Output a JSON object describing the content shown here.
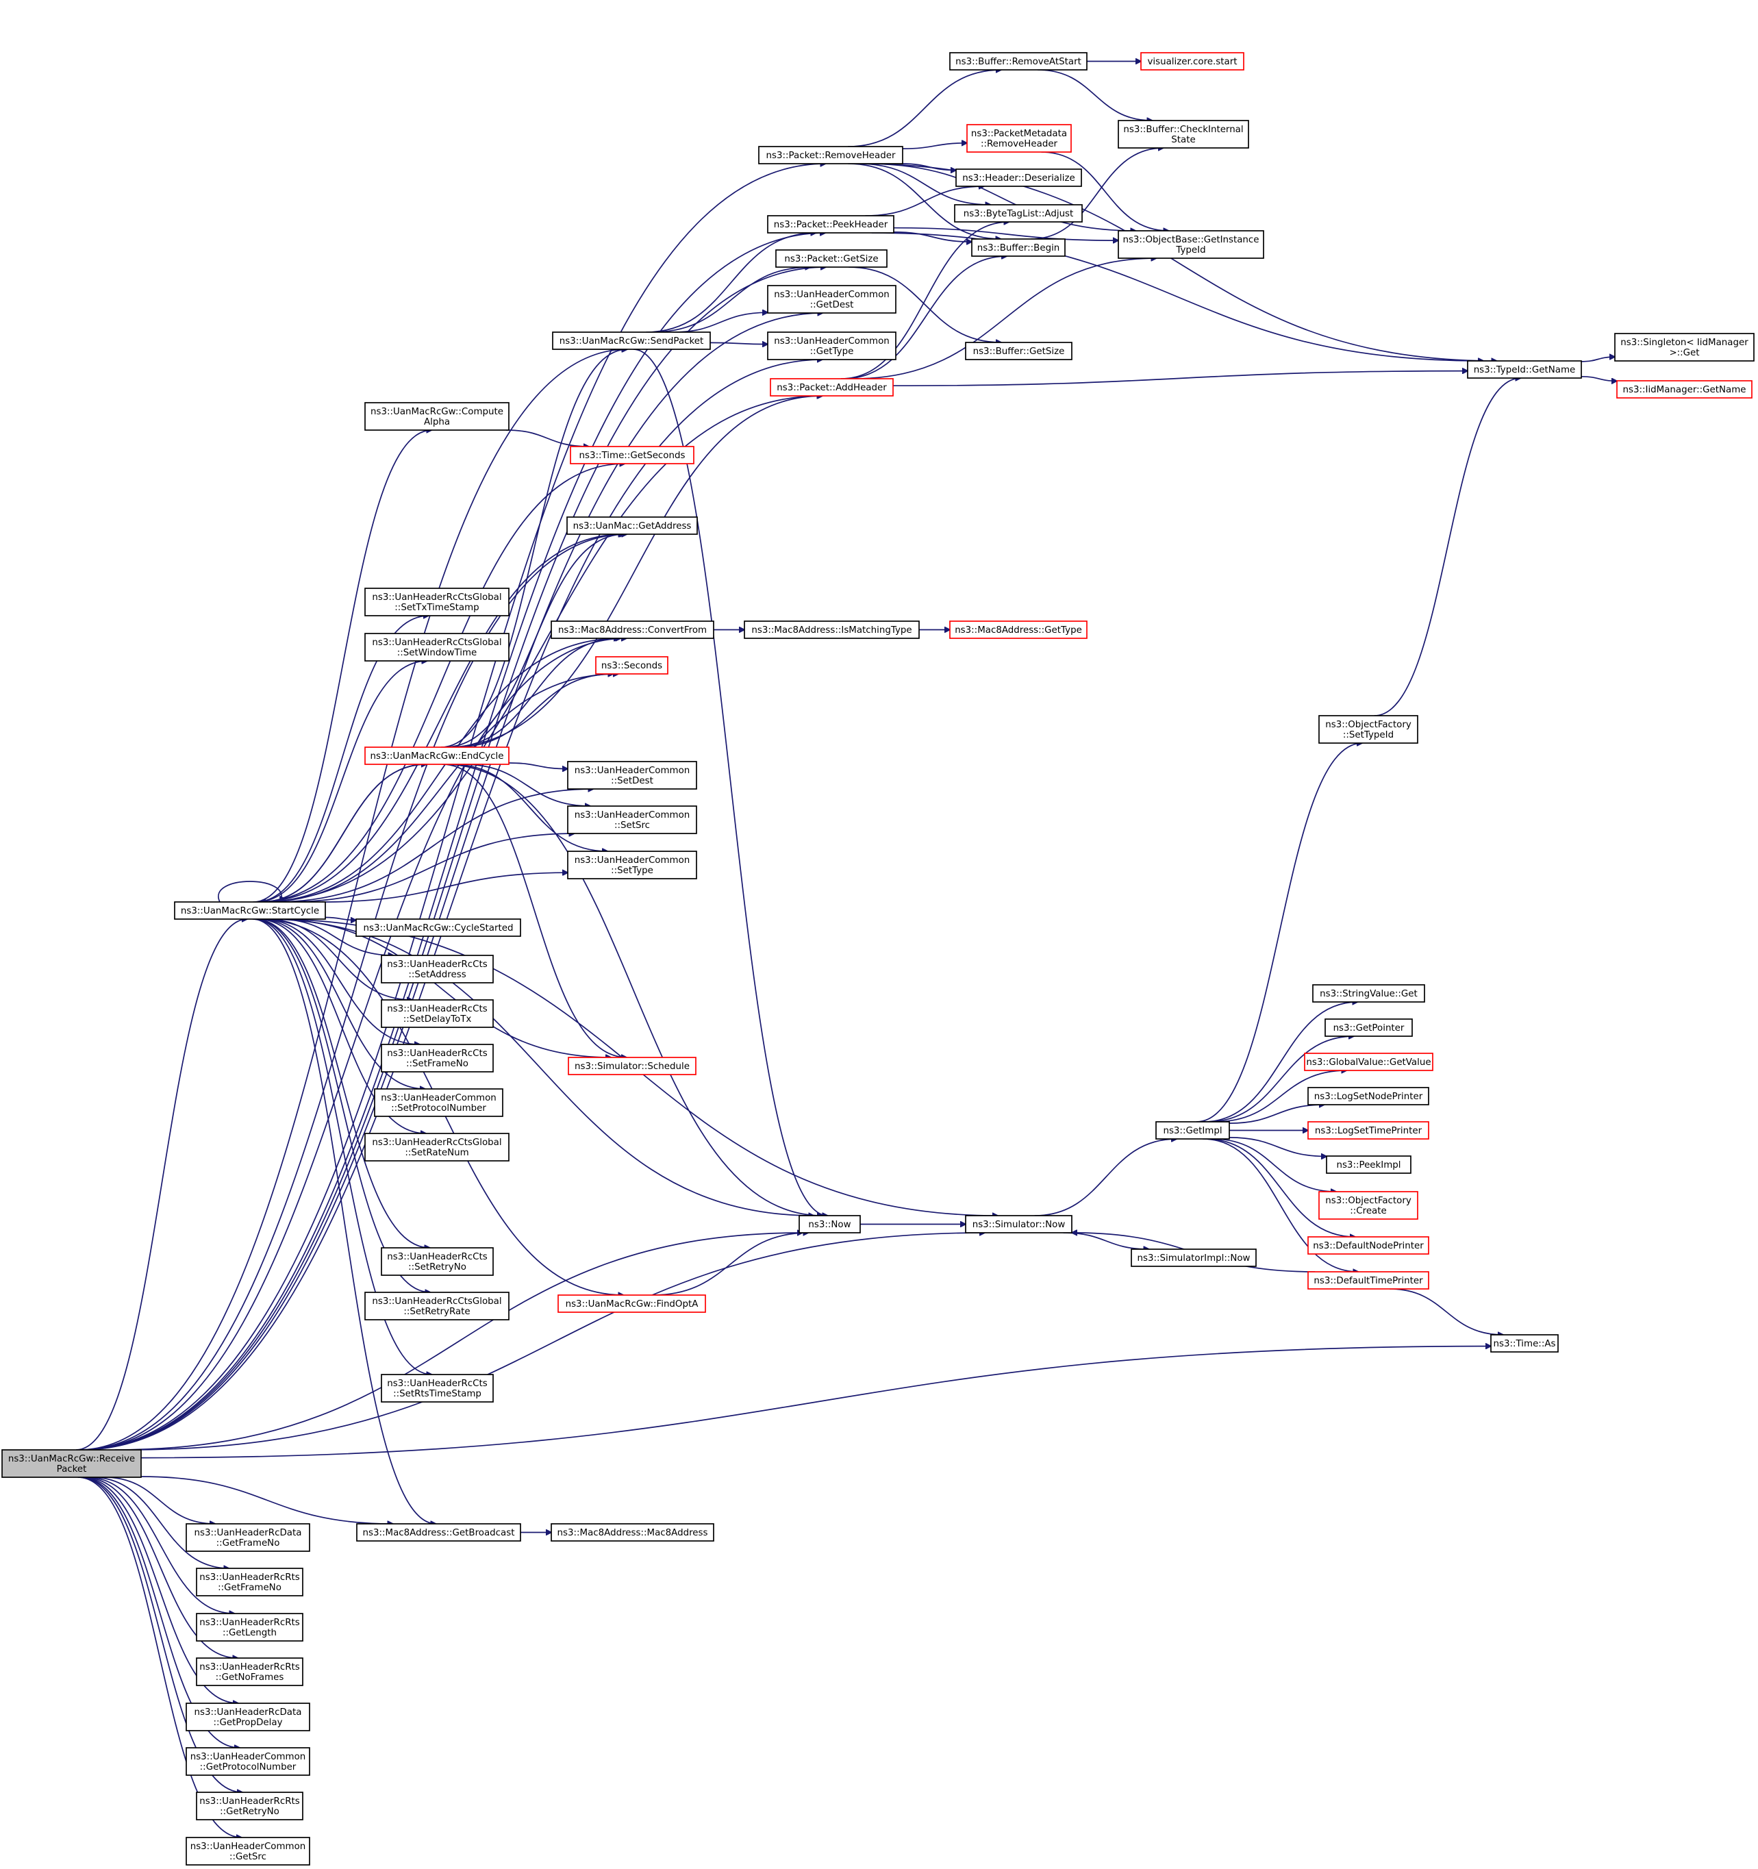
{
  "colors": {
    "edge": "#191970",
    "node_border": "#000000",
    "node_border_incomplete": "#ff0000",
    "root_fill": "#bfbfbf",
    "node_fill": "#ffffff"
  },
  "nodes": {
    "receive_packet": {
      "lines": [
        "ns3::UanMacRcGw::Receive",
        "Packet"
      ],
      "kind": "root"
    },
    "start_cycle": {
      "lines": [
        "ns3::UanMacRcGw::StartCycle"
      ],
      "kind": "normal"
    },
    "send_packet": {
      "lines": [
        "ns3::UanMacRcGw::SendPacket"
      ],
      "kind": "normal"
    },
    "compute_alpha": {
      "lines": [
        "ns3::UanMacRcGw::Compute",
        "Alpha"
      ],
      "kind": "normal"
    },
    "set_tx_timestamp": {
      "lines": [
        "ns3::UanHeaderRcCtsGlobal",
        "::SetTxTimeStamp"
      ],
      "kind": "normal"
    },
    "set_window_time": {
      "lines": [
        "ns3::UanHeaderRcCtsGlobal",
        "::SetWindowTime"
      ],
      "kind": "normal"
    },
    "end_cycle": {
      "lines": [
        "ns3::UanMacRcGw::EndCycle"
      ],
      "kind": "incomplete"
    },
    "cycle_started": {
      "lines": [
        "ns3::UanMacRcGw::CycleStarted"
      ],
      "kind": "normal"
    },
    "cts_set_address": {
      "lines": [
        "ns3::UanHeaderRcCts",
        "::SetAddress"
      ],
      "kind": "normal"
    },
    "cts_set_delay": {
      "lines": [
        "ns3::UanHeaderRcCts",
        "::SetDelayToTx"
      ],
      "kind": "normal"
    },
    "cts_set_frameno": {
      "lines": [
        "ns3::UanHeaderRcCts",
        "::SetFrameNo"
      ],
      "kind": "normal"
    },
    "common_set_protocol": {
      "lines": [
        "ns3::UanHeaderCommon",
        "::SetProtocolNumber"
      ],
      "kind": "normal"
    },
    "ctsg_set_ratenum": {
      "lines": [
        "ns3::UanHeaderRcCtsGlobal",
        "::SetRateNum"
      ],
      "kind": "normal"
    },
    "cts_set_retryno": {
      "lines": [
        "ns3::UanHeaderRcCts",
        "::SetRetryNo"
      ],
      "kind": "normal"
    },
    "ctsg_set_retryrate": {
      "lines": [
        "ns3::UanHeaderRcCtsGlobal",
        "::SetRetryRate"
      ],
      "kind": "normal"
    },
    "cts_set_rts_ts": {
      "lines": [
        "ns3::UanHeaderRcCts",
        "::SetRtsTimeStamp"
      ],
      "kind": "normal"
    },
    "packet_remove_header": {
      "lines": [
        "ns3::Packet::RemoveHeader"
      ],
      "kind": "normal"
    },
    "packet_peek_header": {
      "lines": [
        "ns3::Packet::PeekHeader"
      ],
      "kind": "normal"
    },
    "packet_get_size": {
      "lines": [
        "ns3::Packet::GetSize"
      ],
      "kind": "normal"
    },
    "common_get_dest": {
      "lines": [
        "ns3::UanHeaderCommon",
        "::GetDest"
      ],
      "kind": "normal"
    },
    "common_get_type": {
      "lines": [
        "ns3::UanHeaderCommon",
        "::GetType"
      ],
      "kind": "normal"
    },
    "packet_add_header": {
      "lines": [
        "ns3::Packet::AddHeader"
      ],
      "kind": "incomplete"
    },
    "time_get_seconds": {
      "lines": [
        "ns3::Time::GetSeconds"
      ],
      "kind": "incomplete"
    },
    "uanmac_get_address": {
      "lines": [
        "ns3::UanMac::GetAddress"
      ],
      "kind": "normal"
    },
    "mac8_convert_from": {
      "lines": [
        "ns3::Mac8Address::ConvertFrom"
      ],
      "kind": "normal"
    },
    "seconds": {
      "lines": [
        "ns3::Seconds"
      ],
      "kind": "incomplete"
    },
    "common_set_dest": {
      "lines": [
        "ns3::UanHeaderCommon",
        "::SetDest"
      ],
      "kind": "normal"
    },
    "common_set_src": {
      "lines": [
        "ns3::UanHeaderCommon",
        "::SetSrc"
      ],
      "kind": "normal"
    },
    "common_set_type": {
      "lines": [
        "ns3::UanHeaderCommon",
        "::SetType"
      ],
      "kind": "normal"
    },
    "simulator_schedule": {
      "lines": [
        "ns3::Simulator::Schedule"
      ],
      "kind": "incomplete"
    },
    "now": {
      "lines": [
        "ns3::Now"
      ],
      "kind": "normal"
    },
    "find_opt_a": {
      "lines": [
        "ns3::UanMacRcGw::FindOptA"
      ],
      "kind": "incomplete"
    },
    "mac8_get_broadcast": {
      "lines": [
        "ns3::Mac8Address::GetBroadcast"
      ],
      "kind": "normal"
    },
    "mac8_ctor": {
      "lines": [
        "ns3::Mac8Address::Mac8Address"
      ],
      "kind": "normal"
    },
    "mac8_is_matching": {
      "lines": [
        "ns3::Mac8Address::IsMatchingType"
      ],
      "kind": "normal"
    },
    "mac8_get_type": {
      "lines": [
        "ns3::Mac8Address::GetType"
      ],
      "kind": "incomplete"
    },
    "buffer_remove_at_start": {
      "lines": [
        "ns3::Buffer::RemoveAtStart"
      ],
      "kind": "normal"
    },
    "visualizer_start": {
      "lines": [
        "visualizer.core.start"
      ],
      "kind": "incomplete"
    },
    "metadata_remove_header": {
      "lines": [
        "ns3::PacketMetadata",
        "::RemoveHeader"
      ],
      "kind": "incomplete"
    },
    "header_deserialize": {
      "lines": [
        "ns3::Header::Deserialize"
      ],
      "kind": "normal"
    },
    "bytetaglist_adjust": {
      "lines": [
        "ns3::ByteTagList::Adjust"
      ],
      "kind": "normal"
    },
    "buffer_begin": {
      "lines": [
        "ns3::Buffer::Begin"
      ],
      "kind": "normal"
    },
    "buffer_get_size": {
      "lines": [
        "ns3::Buffer::GetSize"
      ],
      "kind": "normal"
    },
    "buffer_check_internal": {
      "lines": [
        "ns3::Buffer::CheckInternal",
        "State"
      ],
      "kind": "normal"
    },
    "objectbase_get_tid": {
      "lines": [
        "ns3::ObjectBase::GetInstance",
        "TypeId"
      ],
      "kind": "normal"
    },
    "typeid_get_name": {
      "lines": [
        "ns3::TypeId::GetName"
      ],
      "kind": "normal"
    },
    "singleton_get": {
      "lines": [
        "ns3::Singleton< IidManager",
        " >::Get"
      ],
      "kind": "normal"
    },
    "iidmanager_get_name": {
      "lines": [
        "ns3::IidManager::GetName"
      ],
      "kind": "incomplete"
    },
    "simulator_now": {
      "lines": [
        "ns3::Simulator::Now"
      ],
      "kind": "normal"
    },
    "simimpl_now": {
      "lines": [
        "ns3::SimulatorImpl::Now"
      ],
      "kind": "normal"
    },
    "get_impl": {
      "lines": [
        "ns3::GetImpl"
      ],
      "kind": "normal"
    },
    "objfactory_set_typeid": {
      "lines": [
        "ns3::ObjectFactory",
        "::SetTypeId"
      ],
      "kind": "normal"
    },
    "stringvalue_get": {
      "lines": [
        "ns3::StringValue::Get"
      ],
      "kind": "normal"
    },
    "get_pointer": {
      "lines": [
        "ns3::GetPointer"
      ],
      "kind": "normal"
    },
    "globalvalue_get": {
      "lines": [
        "ns3::GlobalValue::GetValue"
      ],
      "kind": "incomplete"
    },
    "log_set_node_printer": {
      "lines": [
        "ns3::LogSetNodePrinter"
      ],
      "kind": "normal"
    },
    "log_set_time_printer": {
      "lines": [
        "ns3::LogSetTimePrinter"
      ],
      "kind": "incomplete"
    },
    "peek_impl": {
      "lines": [
        "ns3::PeekImpl"
      ],
      "kind": "normal"
    },
    "objfactory_create": {
      "lines": [
        "ns3::ObjectFactory",
        "::Create"
      ],
      "kind": "incomplete"
    },
    "default_node_printer": {
      "lines": [
        "ns3::DefaultNodePrinter"
      ],
      "kind": "incomplete"
    },
    "default_time_printer": {
      "lines": [
        "ns3::DefaultTimePrinter"
      ],
      "kind": "incomplete"
    },
    "time_as": {
      "lines": [
        "ns3::Time::As"
      ],
      "kind": "normal"
    },
    "rcdata_get_frameno": {
      "lines": [
        "ns3::UanHeaderRcData",
        "::GetFrameNo"
      ],
      "kind": "normal"
    },
    "rts_get_frameno": {
      "lines": [
        "ns3::UanHeaderRcRts",
        "::GetFrameNo"
      ],
      "kind": "normal"
    },
    "rts_get_length": {
      "lines": [
        "ns3::UanHeaderRcRts",
        "::GetLength"
      ],
      "kind": "normal"
    },
    "rts_get_noframes": {
      "lines": [
        "ns3::UanHeaderRcRts",
        "::GetNoFrames"
      ],
      "kind": "normal"
    },
    "rcdata_get_propdelay": {
      "lines": [
        "ns3::UanHeaderRcData",
        "::GetPropDelay"
      ],
      "kind": "normal"
    },
    "common_get_protocol": {
      "lines": [
        "ns3::UanHeaderCommon",
        "::GetProtocolNumber"
      ],
      "kind": "normal"
    },
    "rts_get_retryno": {
      "lines": [
        "ns3::UanHeaderRcRts",
        "::GetRetryNo"
      ],
      "kind": "normal"
    },
    "common_get_src": {
      "lines": [
        "ns3::UanHeaderCommon",
        "::GetSrc"
      ],
      "kind": "normal"
    }
  },
  "edges": [
    [
      "receive_packet",
      "packet_remove_header"
    ],
    [
      "receive_packet",
      "packet_peek_header"
    ],
    [
      "receive_packet",
      "packet_get_size"
    ],
    [
      "receive_packet",
      "common_get_dest"
    ],
    [
      "receive_packet",
      "common_get_type"
    ],
    [
      "receive_packet",
      "send_packet"
    ],
    [
      "receive_packet",
      "uanmac_get_address"
    ],
    [
      "receive_packet",
      "mac8_convert_from"
    ],
    [
      "receive_packet",
      "start_cycle"
    ],
    [
      "receive_packet",
      "now"
    ],
    [
      "receive_packet",
      "simulator_now"
    ],
    [
      "receive_packet",
      "mac8_get_broadcast"
    ],
    [
      "receive_packet",
      "time_as"
    ],
    [
      "receive_packet",
      "rcdata_get_frameno"
    ],
    [
      "receive_packet",
      "rts_get_frameno"
    ],
    [
      "receive_packet",
      "rts_get_length"
    ],
    [
      "receive_packet",
      "rts_get_noframes"
    ],
    [
      "receive_packet",
      "rcdata_get_propdelay"
    ],
    [
      "receive_packet",
      "common_get_protocol"
    ],
    [
      "receive_packet",
      "rts_get_retryno"
    ],
    [
      "receive_packet",
      "common_get_src"
    ],
    [
      "start_cycle",
      "start_cycle"
    ],
    [
      "start_cycle",
      "packet_add_header"
    ],
    [
      "start_cycle",
      "compute_alpha"
    ],
    [
      "start_cycle",
      "time_get_seconds"
    ],
    [
      "start_cycle",
      "uanmac_get_address"
    ],
    [
      "start_cycle",
      "set_tx_timestamp"
    ],
    [
      "start_cycle",
      "set_window_time"
    ],
    [
      "start_cycle",
      "mac8_convert_from"
    ],
    [
      "start_cycle",
      "seconds"
    ],
    [
      "start_cycle",
      "end_cycle"
    ],
    [
      "start_cycle",
      "common_set_dest"
    ],
    [
      "start_cycle",
      "common_set_src"
    ],
    [
      "start_cycle",
      "common_set_type"
    ],
    [
      "start_cycle",
      "cycle_started"
    ],
    [
      "start_cycle",
      "cts_set_address"
    ],
    [
      "start_cycle",
      "cts_set_delay"
    ],
    [
      "start_cycle",
      "cts_set_frameno"
    ],
    [
      "start_cycle",
      "common_set_protocol"
    ],
    [
      "start_cycle",
      "ctsg_set_ratenum"
    ],
    [
      "start_cycle",
      "simulator_schedule"
    ],
    [
      "start_cycle",
      "now"
    ],
    [
      "start_cycle",
      "simulator_now"
    ],
    [
      "start_cycle",
      "cts_set_retryno"
    ],
    [
      "start_cycle",
      "ctsg_set_retryrate"
    ],
    [
      "start_cycle",
      "find_opt_a"
    ],
    [
      "start_cycle",
      "cts_set_rts_ts"
    ],
    [
      "start_cycle",
      "mac8_get_broadcast"
    ],
    [
      "compute_alpha",
      "time_get_seconds"
    ],
    [
      "end_cycle",
      "send_packet"
    ],
    [
      "end_cycle",
      "uanmac_get_address"
    ],
    [
      "end_cycle",
      "mac8_convert_from"
    ],
    [
      "end_cycle",
      "seconds"
    ],
    [
      "end_cycle",
      "packet_add_header"
    ],
    [
      "end_cycle",
      "common_set_dest"
    ],
    [
      "end_cycle",
      "common_set_src"
    ],
    [
      "end_cycle",
      "common_set_type"
    ],
    [
      "end_cycle",
      "simulator_schedule"
    ],
    [
      "end_cycle",
      "now"
    ],
    [
      "end_cycle",
      "start_cycle"
    ],
    [
      "send_packet",
      "packet_peek_header"
    ],
    [
      "send_packet",
      "packet_get_size"
    ],
    [
      "send_packet",
      "common_get_dest"
    ],
    [
      "send_packet",
      "common_get_type"
    ],
    [
      "send_packet",
      "now"
    ],
    [
      "find_opt_a",
      "now"
    ],
    [
      "packet_remove_header",
      "buffer_remove_at_start"
    ],
    [
      "packet_remove_header",
      "metadata_remove_header"
    ],
    [
      "packet_remove_header",
      "header_deserialize"
    ],
    [
      "packet_remove_header",
      "bytetaglist_adjust"
    ],
    [
      "packet_remove_header",
      "buffer_begin"
    ],
    [
      "packet_remove_header",
      "objectbase_get_tid"
    ],
    [
      "packet_remove_header",
      "typeid_get_name"
    ],
    [
      "packet_peek_header",
      "header_deserialize"
    ],
    [
      "packet_peek_header",
      "buffer_begin"
    ],
    [
      "packet_peek_header",
      "objectbase_get_tid"
    ],
    [
      "packet_peek_header",
      "typeid_get_name"
    ],
    [
      "packet_get_size",
      "buffer_get_size"
    ],
    [
      "packet_add_header",
      "bytetaglist_adjust"
    ],
    [
      "packet_add_header",
      "buffer_begin"
    ],
    [
      "packet_add_header",
      "objectbase_get_tid"
    ],
    [
      "packet_add_header",
      "typeid_get_name"
    ],
    [
      "buffer_remove_at_start",
      "visualizer_start"
    ],
    [
      "buffer_remove_at_start",
      "buffer_check_internal"
    ],
    [
      "buffer_begin",
      "buffer_check_internal"
    ],
    [
      "metadata_remove_header",
      "objectbase_get_tid"
    ],
    [
      "typeid_get_name",
      "singleton_get"
    ],
    [
      "typeid_get_name",
      "iidmanager_get_name"
    ],
    [
      "mac8_convert_from",
      "mac8_is_matching"
    ],
    [
      "mac8_is_matching",
      "mac8_get_type"
    ],
    [
      "mac8_get_broadcast",
      "mac8_ctor"
    ],
    [
      "now",
      "simulator_now"
    ],
    [
      "simulator_now",
      "get_impl"
    ],
    [
      "simulator_now",
      "simimpl_now"
    ],
    [
      "get_impl",
      "objfactory_set_typeid"
    ],
    [
      "get_impl",
      "stringvalue_get"
    ],
    [
      "get_impl",
      "get_pointer"
    ],
    [
      "get_impl",
      "globalvalue_get"
    ],
    [
      "get_impl",
      "log_set_node_printer"
    ],
    [
      "get_impl",
      "log_set_time_printer"
    ],
    [
      "get_impl",
      "peek_impl"
    ],
    [
      "get_impl",
      "objfactory_create"
    ],
    [
      "get_impl",
      "default_node_printer"
    ],
    [
      "get_impl",
      "default_time_printer"
    ],
    [
      "objfactory_set_typeid",
      "typeid_get_name"
    ],
    [
      "default_time_printer",
      "simulator_now"
    ],
    [
      "default_time_printer",
      "time_as"
    ]
  ]
}
